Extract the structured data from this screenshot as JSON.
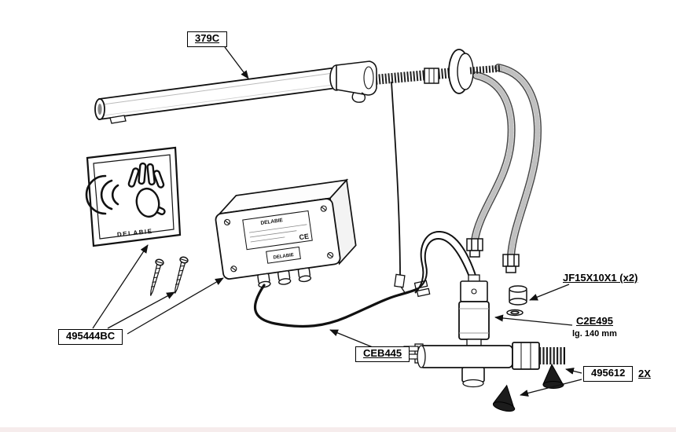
{
  "diagram": {
    "parts": {
      "spout": "379C",
      "sign_kit": "495444BC",
      "control_cable": "CEB445",
      "gaskets": "JF15X10X1  (x2)",
      "solenoid_cable": "C2E495",
      "solenoid_cable_length": "lg. 140 mm",
      "valve_kit": "495612",
      "valve_kit_qty": "2X"
    },
    "sign": {
      "brand": "DELABIE"
    },
    "control_box": {
      "brand": "DELABIE",
      "ce_mark": "CE"
    }
  }
}
